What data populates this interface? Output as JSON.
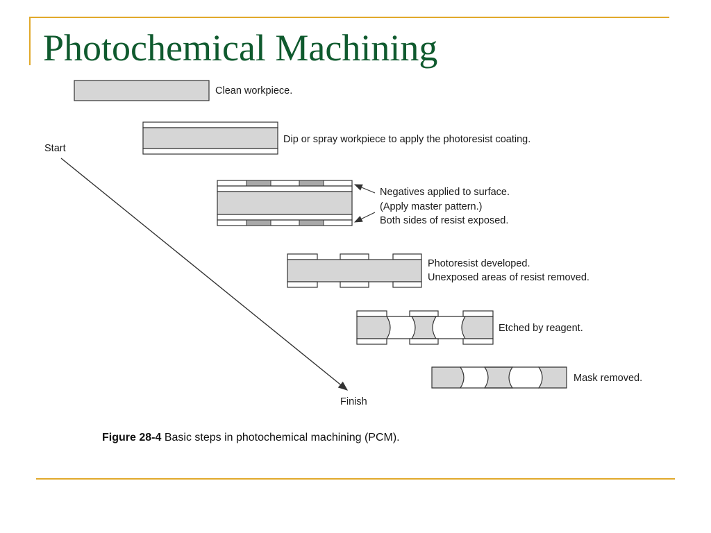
{
  "slide": {
    "title": "Photochemical Machining",
    "accent_color": "#e1a92b",
    "title_color": "#0f5a2e"
  },
  "diagram": {
    "start_label": "Start",
    "finish_label": "Finish",
    "steps": [
      {
        "lines": [
          "Clean workpiece."
        ]
      },
      {
        "lines": [
          "Dip or spray workpiece to apply the photoresist coating."
        ]
      },
      {
        "lines": [
          "Negatives applied to surface.",
          "(Apply master pattern.)",
          "Both sides of resist exposed."
        ]
      },
      {
        "lines": [
          "Photoresist developed.",
          "Unexposed areas of resist removed."
        ]
      },
      {
        "lines": [
          "Etched by reagent."
        ]
      },
      {
        "lines": [
          "Mask removed."
        ]
      }
    ],
    "colors": {
      "workpiece": "#d6d6d6",
      "exposed": "#a9a9a9",
      "line": "#333333"
    }
  },
  "caption": {
    "figure_label": "Figure 28-4",
    "text": "Basic steps in photochemical machining (PCM)."
  }
}
